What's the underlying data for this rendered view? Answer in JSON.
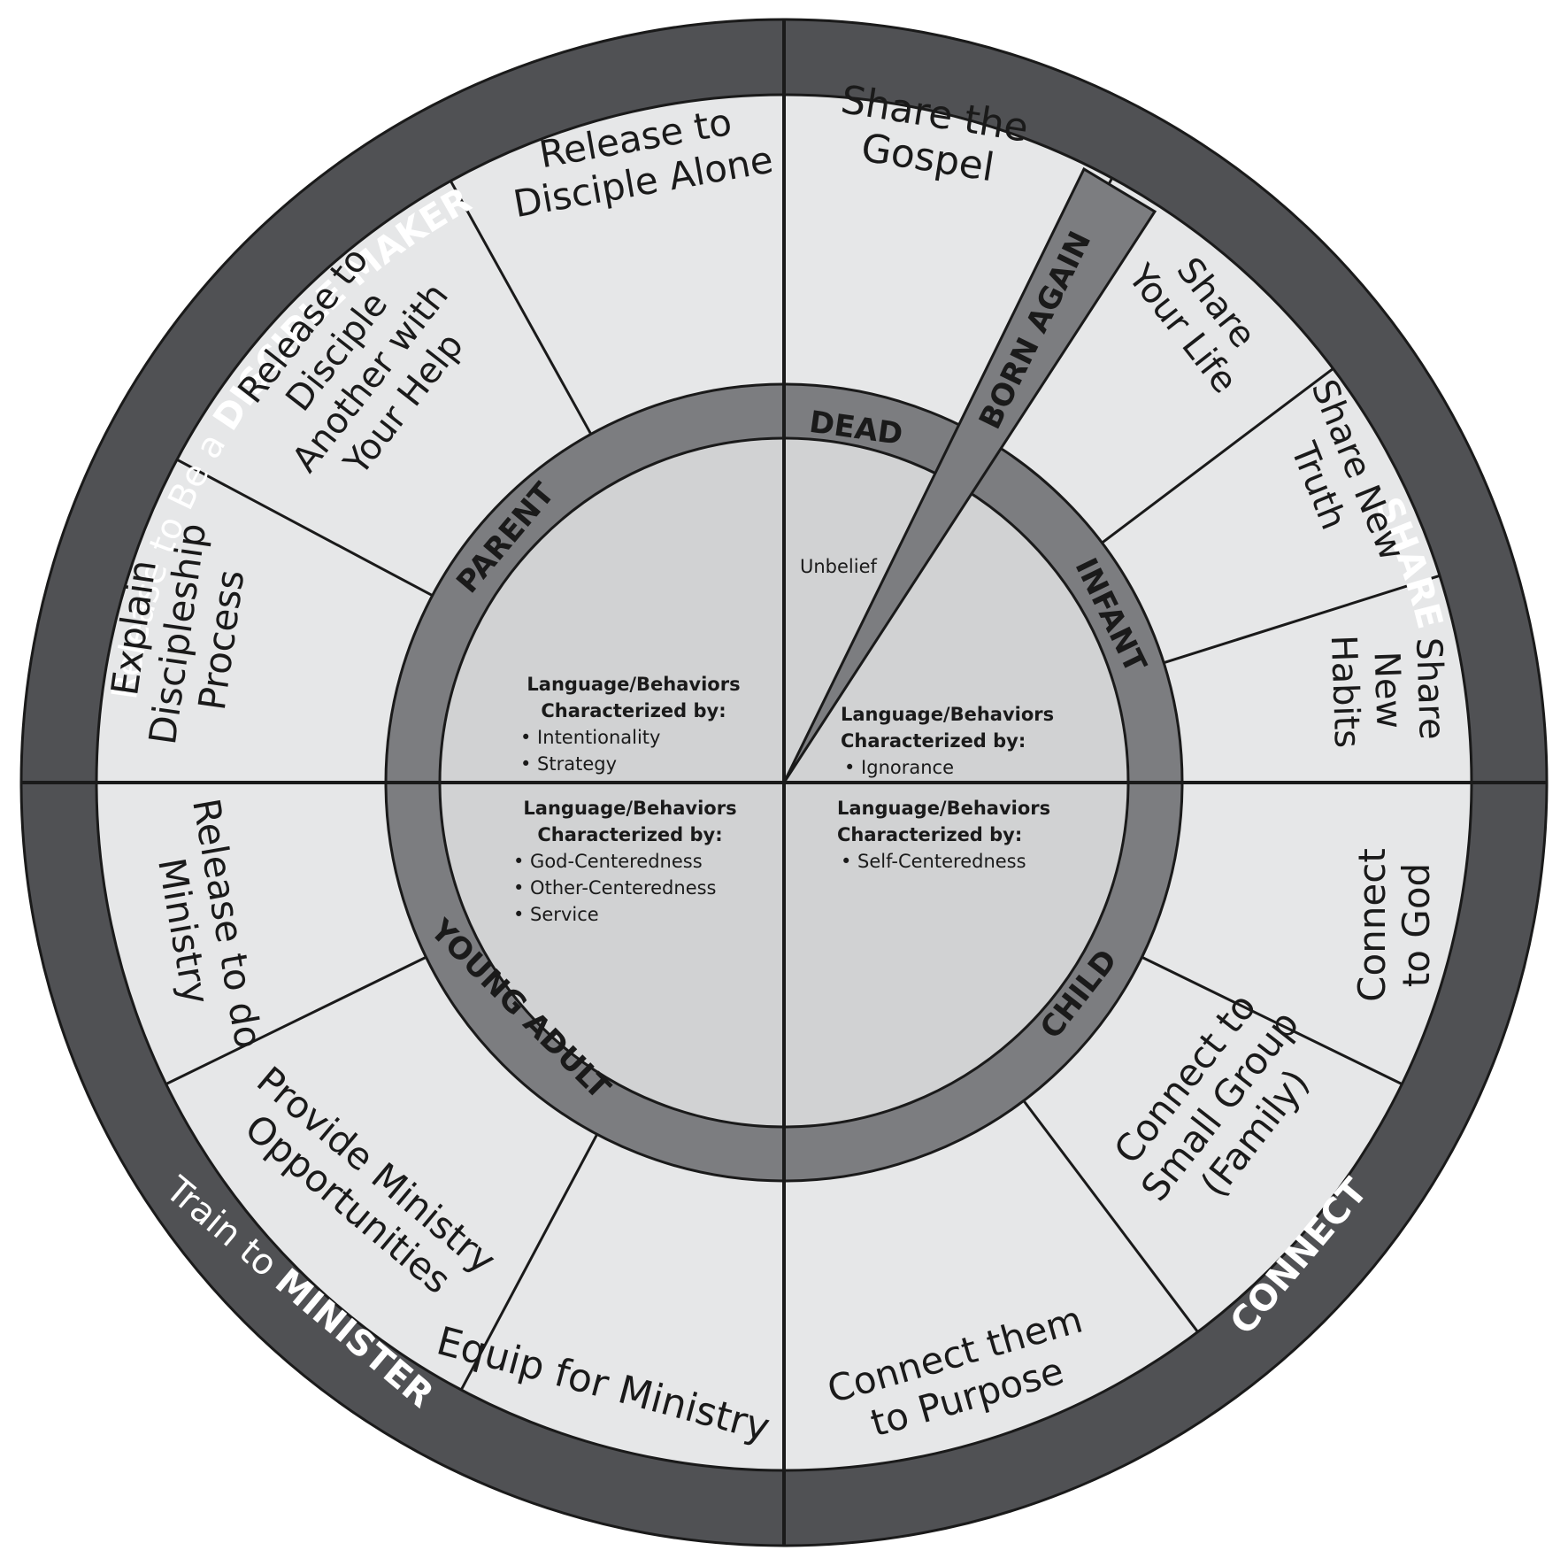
{
  "outer_ring": {
    "top_left": {
      "prefix": "Release to Be a ",
      "bold": "DISCIPLE MAKER"
    },
    "top_right": {
      "bold": "SHARE"
    },
    "bottom_right": {
      "bold": "CONNECT"
    },
    "bottom_left": {
      "prefix": "Train to ",
      "bold": "MINISTER"
    }
  },
  "segments": [
    {
      "id": "share-gospel",
      "lines": [
        "Share the",
        "Gospel"
      ]
    },
    {
      "id": "share-life",
      "lines": [
        "Share",
        "Your Life"
      ]
    },
    {
      "id": "share-truth",
      "lines": [
        "Share New",
        "Truth"
      ]
    },
    {
      "id": "share-habits",
      "lines": [
        "Share",
        "New",
        "Habits"
      ]
    },
    {
      "id": "connect-god",
      "lines": [
        "Connect",
        "to God"
      ]
    },
    {
      "id": "connect-group",
      "lines": [
        "Connect to",
        "Small Group",
        "(Family)"
      ]
    },
    {
      "id": "connect-purpose",
      "lines": [
        "Connect them",
        "to Purpose"
      ]
    },
    {
      "id": "equip-ministry",
      "lines": [
        "Equip for Ministry"
      ]
    },
    {
      "id": "provide-ministry",
      "lines": [
        "Provide Ministry",
        "Opportunities"
      ]
    },
    {
      "id": "release-ministry",
      "lines": [
        "Release to do",
        "Ministry"
      ]
    },
    {
      "id": "explain-process",
      "lines": [
        "Explain",
        "Discipleship",
        "Process"
      ]
    },
    {
      "id": "release-help",
      "lines": [
        "Release to",
        "Disciple",
        "Another with",
        "Your Help"
      ]
    },
    {
      "id": "release-alone",
      "lines": [
        "Release to",
        "Disciple Alone"
      ]
    }
  ],
  "stages": {
    "dead": "DEAD",
    "born_again": "BORN AGAIN",
    "infant": "INFANT",
    "child": "CHILD",
    "young_adult": "YOUNG ADULT",
    "parent": "PARENT"
  },
  "characteristics": {
    "dead": {
      "items": [
        "Unbelief"
      ]
    },
    "infant": {
      "heading": [
        "Language/Behaviors",
        "Characterized by:"
      ],
      "items": [
        "• Ignorance"
      ]
    },
    "child": {
      "heading": [
        "Language/Behaviors",
        "Characterized by:"
      ],
      "items": [
        "• Self-Centeredness"
      ]
    },
    "young_adult": {
      "heading": [
        "Language/Behaviors",
        "Characterized by:"
      ],
      "items": [
        "• God-Centeredness",
        "• Other-Centeredness",
        "• Service"
      ]
    },
    "parent": {
      "heading": [
        "Language/Behaviors",
        "Characterized by:"
      ],
      "items": [
        "• Intentionality",
        "• Strategy"
      ]
    }
  },
  "colors": {
    "outer_ring": "#505154",
    "segment_fill": "#e6e7e8",
    "stage_ring": "#7c7d80",
    "inner_circle": "#d1d2d3",
    "lines": "#1a1a1a"
  }
}
